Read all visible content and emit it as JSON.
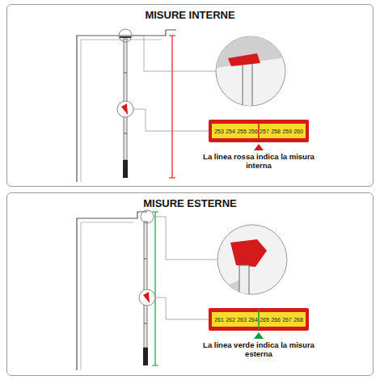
{
  "diagram": {
    "nodes": [
      {
        "text": [
          "MISURE INTERNE"
        ]
      },
      {
        "text": [
          "MISURE ESTERNE"
        ]
      }
    ],
    "labels": [
      "253",
      "254",
      "255",
      "256",
      "257",
      "258",
      "259",
      "260",
      "La linea rossa indica la misura interna",
      "261",
      "262",
      "263",
      "264",
      "265",
      "266",
      "267",
      "268",
      "La linea verde indica la misura esterna"
    ]
  }
}
